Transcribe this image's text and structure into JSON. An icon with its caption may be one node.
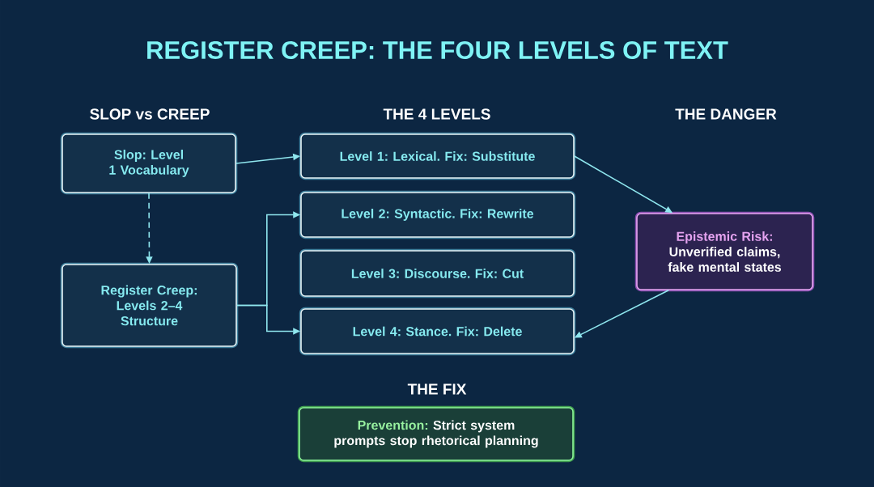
{
  "diagram": {
    "title": "REGISTER CREEP: THE FOUR LEVELS OF TEXT",
    "nodes": [
      {
        "text": [
          "Slop: Level 1 Vocabulary"
        ]
      },
      {
        "text": [
          "Register Creep: Levels 2–4 Structure"
        ]
      },
      {
        "text": [
          "Level 1: Lexical. Fix: Substitute"
        ]
      },
      {
        "text": [
          "Level 2: Syntactic. Fix: Rewrite"
        ]
      },
      {
        "text": [
          "Level 3: Discourse. Fix: Cut"
        ]
      },
      {
        "text": [
          "Level 4: Stance. Fix: Delete"
        ]
      },
      {
        "text": [
          "Epistemic Risk:",
          "Unverified claims, fake mental states"
        ]
      },
      {
        "text": [
          "Prevention:",
          "Strict system prompts stop rhetorical planning"
        ]
      }
    ],
    "edges": [
      {
        "from": 0,
        "to": 2,
        "arrow": "to"
      },
      {
        "from": 0,
        "to": 1,
        "arrow": "to",
        "style": "dashed"
      },
      {
        "from": 1,
        "to": 3,
        "arrow": "to"
      },
      {
        "from": 1,
        "to": 5,
        "arrow": "to"
      },
      {
        "from": 2,
        "to": 6,
        "arrow": "to"
      },
      {
        "from": 6,
        "to": 5,
        "arrow": "to"
      }
    ],
    "labels": [
      "SLOP vs CREEP",
      "THE 4 LEVELS",
      "THE DANGER",
      "THE FIX"
    ]
  }
}
